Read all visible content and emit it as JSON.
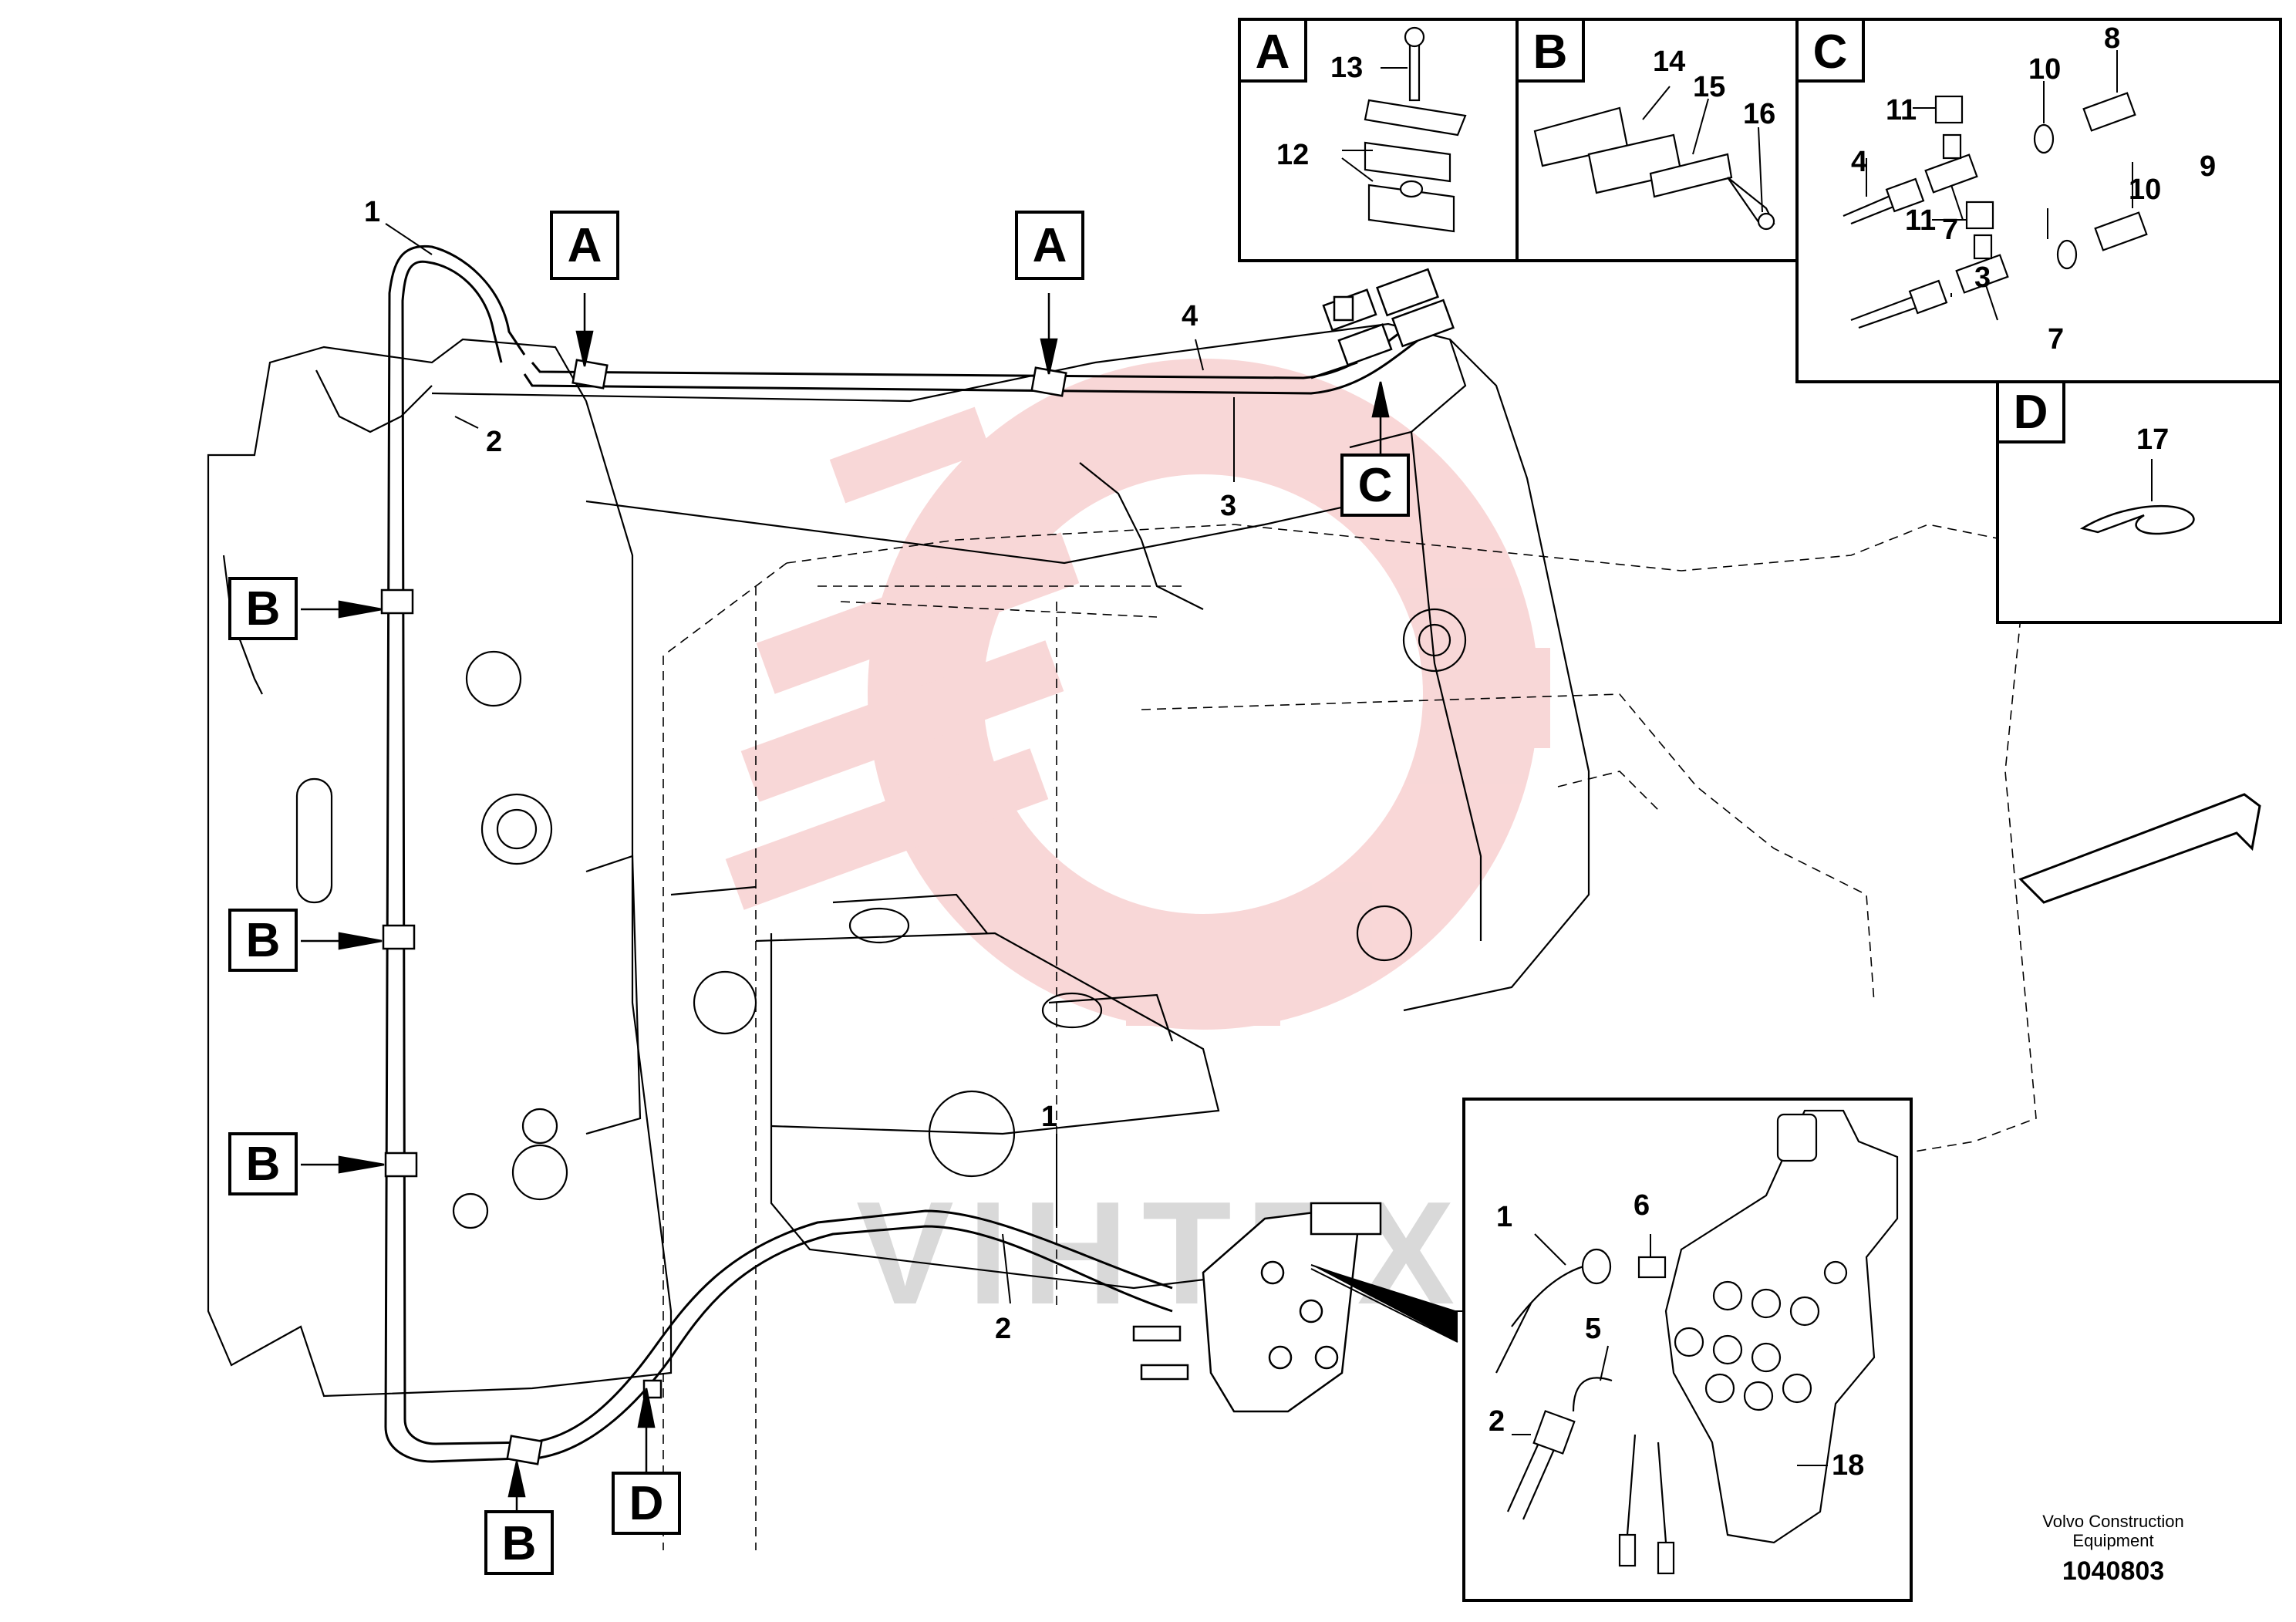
{
  "callouts": {
    "A": "A",
    "B": "B",
    "C": "C",
    "D": "D"
  },
  "main_labels": {
    "hose_1": "1",
    "hose_2": "2",
    "pipe_3": "3",
    "pipe_4": "4",
    "lower_1": "1",
    "lower_2": "2"
  },
  "detail_a": {
    "title": "A",
    "labels": [
      "13",
      "12"
    ]
  },
  "detail_b": {
    "title": "B",
    "labels": [
      "14",
      "15",
      "16"
    ]
  },
  "detail_c": {
    "title": "C",
    "labels": [
      "8",
      "11",
      "10",
      "4",
      "7",
      "9",
      "11",
      "10",
      "3",
      "7"
    ]
  },
  "detail_d": {
    "title": "D",
    "labels": [
      "17"
    ]
  },
  "valve_inset": {
    "labels": [
      "1",
      "6",
      "5",
      "2",
      "18"
    ]
  },
  "footer": {
    "credit_line1": "Volvo Construction",
    "credit_line2": "Equipment",
    "doc_number": "1040803"
  },
  "colors": {
    "line": "#000000",
    "watermark": "#f4b7b7",
    "watermark_text": "#d9d9d9"
  }
}
